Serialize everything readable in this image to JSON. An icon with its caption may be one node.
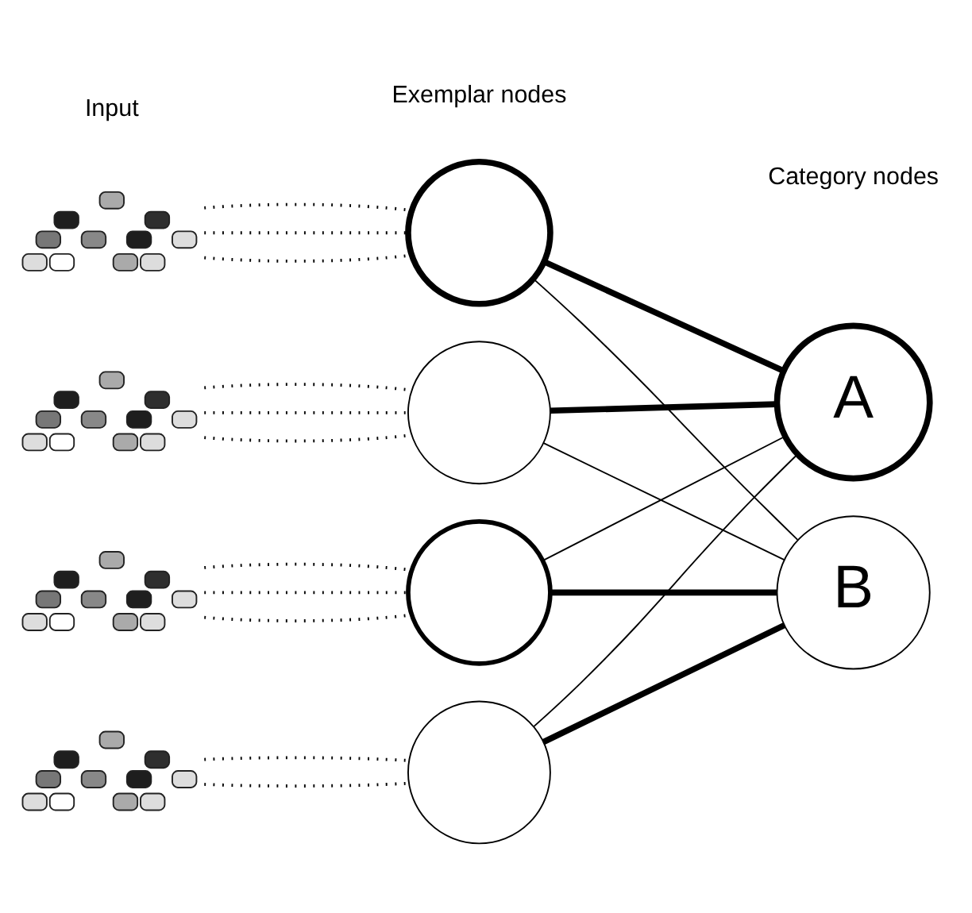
{
  "diagram": {
    "nodes": [
      {
        "text": [],
        "shape": "picture"
      },
      {
        "text": [],
        "shape": "picture"
      },
      {
        "text": [],
        "shape": "picture"
      },
      {
        "text": [],
        "shape": "picture"
      },
      {
        "text": [],
        "shape": "circle"
      },
      {
        "text": [],
        "shape": "circle"
      },
      {
        "text": [],
        "shape": "circle"
      },
      {
        "text": [],
        "shape": "circle"
      },
      {
        "text": [
          "A"
        ]
      },
      {
        "text": [
          "B"
        ]
      }
    ],
    "edges": [
      {
        "from": 0,
        "to": 4,
        "arrow": "none",
        "style": "dashed"
      },
      {
        "from": 0,
        "to": 4,
        "arrow": "none",
        "style": "dashed"
      },
      {
        "from": 0,
        "to": 4,
        "arrow": "none",
        "style": "dashed"
      },
      {
        "from": 1,
        "to": 5,
        "arrow": "none",
        "style": "dashed"
      },
      {
        "from": 1,
        "to": 5,
        "arrow": "none",
        "style": "dashed"
      },
      {
        "from": 1,
        "to": 5,
        "arrow": "none",
        "style": "dashed"
      },
      {
        "from": 2,
        "to": 6,
        "arrow": "none",
        "style": "dashed"
      },
      {
        "from": 2,
        "to": 6,
        "arrow": "none",
        "style": "dashed"
      },
      {
        "from": 2,
        "to": 6,
        "arrow": "none",
        "style": "dashed"
      },
      {
        "from": 3,
        "to": 7,
        "arrow": "none",
        "style": "dashed"
      },
      {
        "from": 3,
        "to": 7,
        "arrow": "none",
        "style": "dashed"
      },
      {
        "from": 4,
        "to": 8,
        "arrow": "none",
        "style": "thick"
      },
      {
        "from": 4,
        "to": 9,
        "arrow": "none"
      },
      {
        "from": 5,
        "to": 8,
        "arrow": "none",
        "style": "thick"
      },
      {
        "from": 5,
        "to": 9,
        "arrow": "none"
      },
      {
        "from": 6,
        "to": 8,
        "arrow": "none"
      },
      {
        "from": 6,
        "to": 9,
        "arrow": "none",
        "style": "thick"
      },
      {
        "from": 7,
        "to": 8,
        "arrow": "none"
      },
      {
        "from": 7,
        "to": 9,
        "arrow": "none",
        "style": "thick"
      }
    ],
    "labels": [
      "Input",
      "Exemplar nodes",
      "Category nodes"
    ]
  }
}
